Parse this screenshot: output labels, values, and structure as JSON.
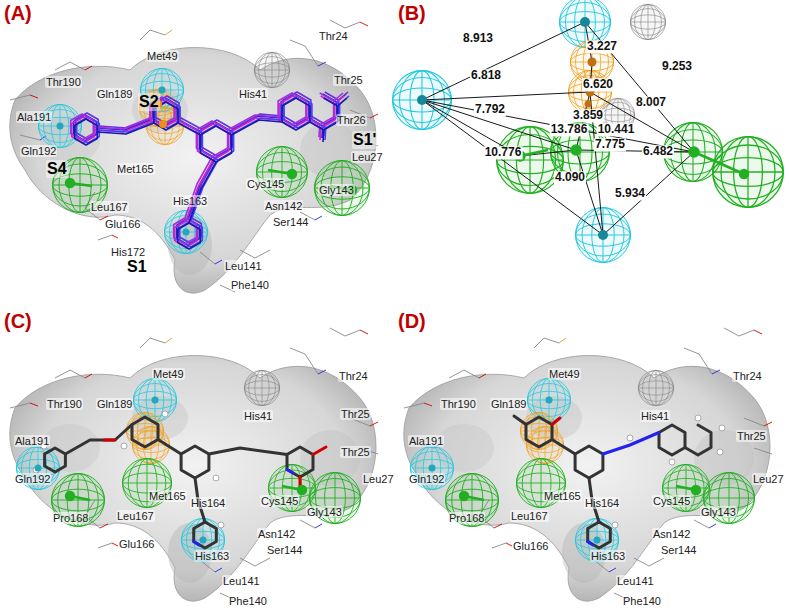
{
  "diagram": {
    "labels": [
      "(A)",
      "Met49",
      "Thr24",
      "Thr190",
      "Gln189",
      "His41",
      "Thr25",
      "S2",
      "Ala191",
      "Gln192",
      "Thr26",
      "S1'",
      "S4",
      "Met165",
      "Leu27",
      "Cys145",
      "Gly143",
      "Leu167",
      "Glu166",
      "His163",
      "Asn142",
      "Ser144",
      "His172",
      "S1",
      "Leu141",
      "Phe140",
      "(B)",
      "8.913",
      "3.227",
      "9.253",
      "6.818",
      "6.620",
      "8.007",
      "7.792",
      "3.859",
      "13.786",
      "10.441",
      "7.775",
      "10.776",
      "6.482",
      "4.090",
      "5.934",
      "(C)",
      "Met49",
      "Thr24",
      "Thr190",
      "Gln189",
      "His41",
      "Thr25",
      "Ala191",
      "Thr25",
      "Gln192",
      "Leu27",
      "Met165",
      "Cys145",
      "His164",
      "Gly143",
      "Pro168",
      "Leu167",
      "Asn142",
      "Glu166",
      "Ser144",
      "His163",
      "Leu141",
      "Phe140",
      "(D)",
      "Met49",
      "Thr24",
      "Thr190",
      "Gln189",
      "His41",
      "Thr25",
      "Ala191",
      "Gln192",
      "Leu27",
      "Met165",
      "Cys145",
      "His164",
      "Gly143",
      "Pro168",
      "Leu167",
      "Asn142",
      "Glu166",
      "Ser144",
      "His163",
      "Leu141",
      "Phe140"
    ]
  }
}
